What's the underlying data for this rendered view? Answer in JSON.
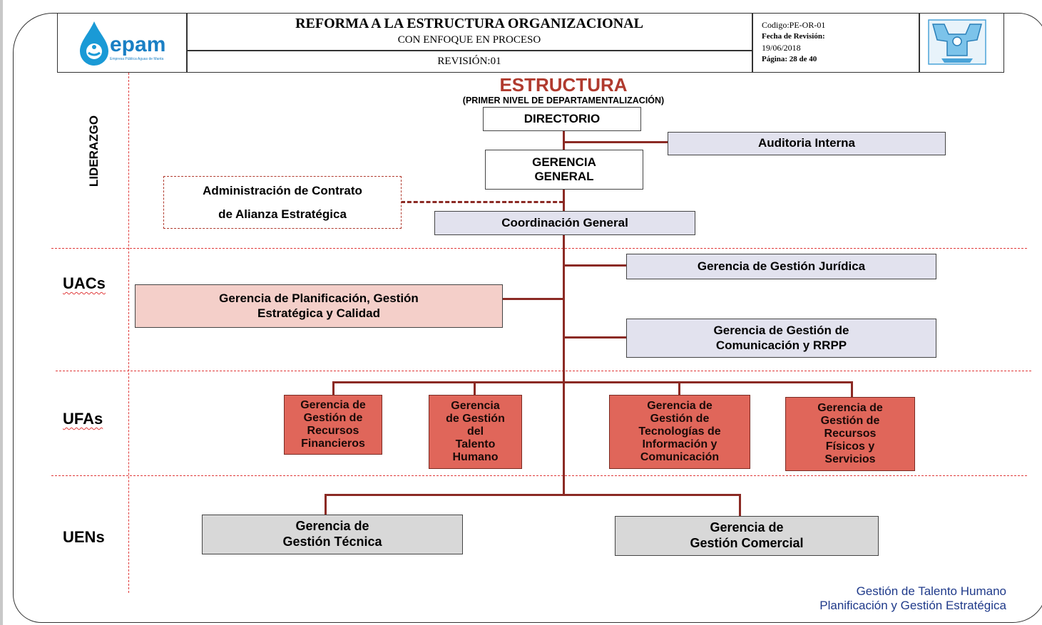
{
  "header": {
    "logo_text": "epam",
    "logo_subtext": "Empresa Pública Aguas de Manta",
    "title": "REFORMA A LA ESTRUCTURA ORGANIZACIONAL",
    "subtitle": "CON ENFOQUE  EN PROCESO",
    "revision": "REVISIÓN:01",
    "codigo": "Codigo:PE-OR-01",
    "fecha_label": "Fecha de Revisión:",
    "fecha": "19/06/2018",
    "pagina": "Página: 28 de 40",
    "emblem_icon": "manta-emblem-icon"
  },
  "diagram": {
    "title": "ESTRUCTURA",
    "subtitle": "(PRIMER NIVEL DE DEPARTAMENTALIZACIÓN)"
  },
  "sections": {
    "liderazgo": "LIDERAZGO",
    "uacs": "UACs",
    "ufas": "UFAs",
    "uens": "UENs"
  },
  "nodes": {
    "directorio": "DIRECTORIO",
    "auditoria": "Auditoria Interna",
    "gerencia_general_1": "GERENCIA",
    "gerencia_general_2": "GENERAL",
    "admin_contrato_1": "Administración de Contrato",
    "admin_contrato_2": "de Alianza Estratégica",
    "coordinacion": "Coordinación General",
    "juridica": "Gerencia de Gestión Jurídica",
    "planificacion_1": "Gerencia de Planificación, Gestión",
    "planificacion_2": "Estratégica y Calidad",
    "comunicacion_1": "Gerencia de Gestión de",
    "comunicacion_2": "Comunicación y RRPP",
    "financieros": [
      "Gerencia de",
      "Gestión de",
      "Recursos",
      "Financieros"
    ],
    "talento": [
      "Gerencia",
      "de Gestión",
      "del",
      "Talento",
      "Humano"
    ],
    "tecnologias": [
      "Gerencia de",
      "Gestión de",
      "Tecnologías de",
      "Información y",
      "Comunicación"
    ],
    "fisicos": [
      "Gerencia de",
      "Gestión de",
      "Recursos",
      "Físicos y",
      "Servicios"
    ],
    "tecnica_1": "Gerencia  de",
    "tecnica_2": "Gestión Técnica",
    "comercial_1": "Gerencia  de",
    "comercial_2": "Gestión Comercial"
  },
  "footer": {
    "line1": "Gestión de Talento  Humano",
    "line2": "Planificación y Gestión Estratégica"
  },
  "colors": {
    "connector": "#8b2a24",
    "section_divider": "#e03a3a",
    "ufa_fill": "#e0665a",
    "uac_highlight": "#f4cfc9",
    "support_fill": "#e2e2ee",
    "uen_fill": "#d8d8d8",
    "title_color": "#b03a2e",
    "footer_color": "#1f3a8a"
  }
}
